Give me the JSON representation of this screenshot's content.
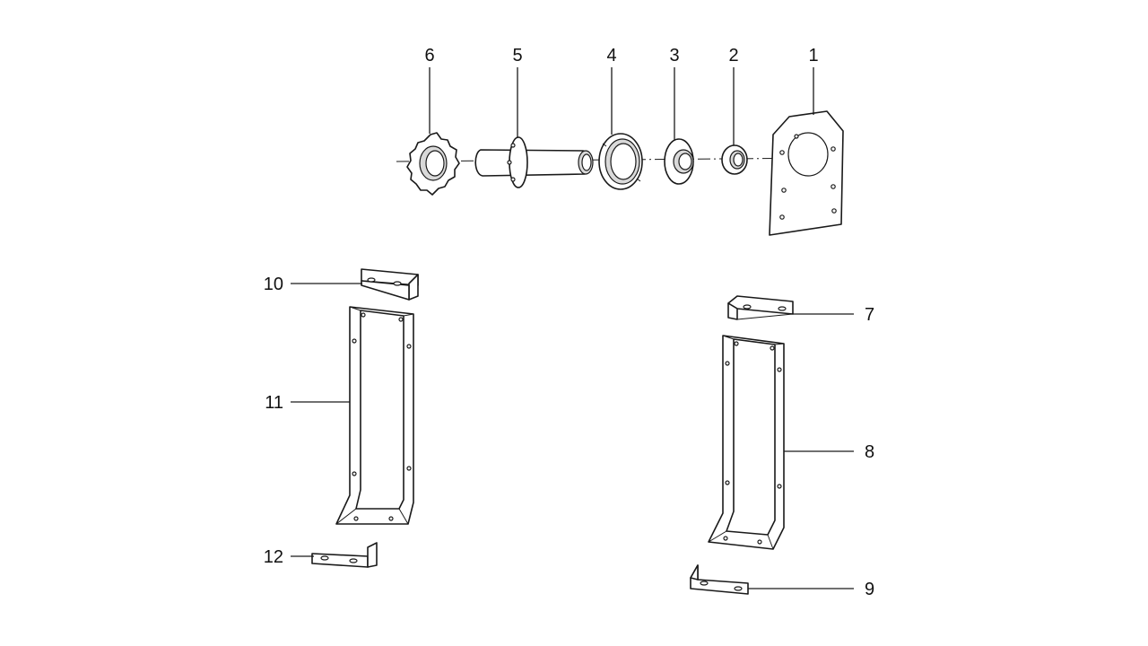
{
  "callouts": {
    "c1": "1",
    "c2": "2",
    "c3": "3",
    "c4": "4",
    "c5": "5",
    "c6": "6",
    "c7": "7",
    "c8": "8",
    "c9": "9",
    "c10": "10",
    "c11": "11",
    "c12": "12"
  },
  "colors": {
    "line": "#1a1a1a",
    "shade": "#d9d9d9",
    "background": "#ffffff"
  }
}
